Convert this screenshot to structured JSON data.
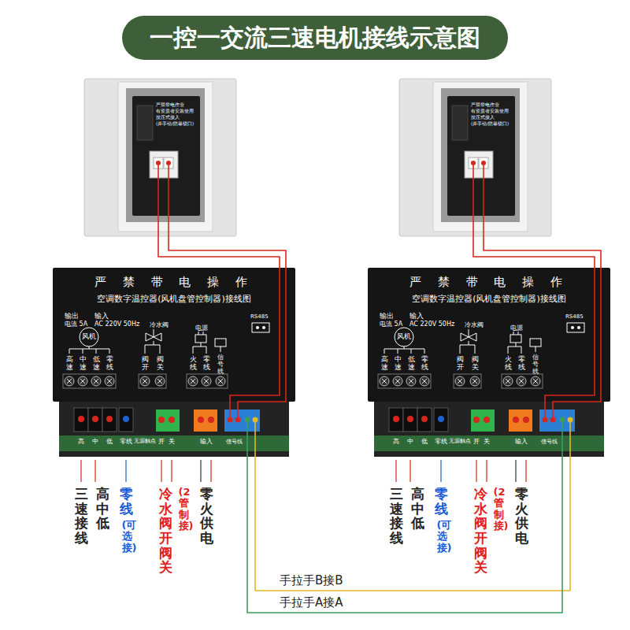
{
  "diagram": {
    "title": "一控一交流三速电机接线示意图",
    "nodes": [
      {
        "text": [
          "严禁带电作业",
          "有资质者安装使用",
          "按压式接入",
          "(并手动/防暴锁口)"
        ]
      },
      {
        "text": [
          "严禁带电作业",
          "有资质者安装使用",
          "按压式接入",
          "(并手动/防暴锁口)"
        ]
      },
      {
        "text": [
          "严 禁 带 电 操 作",
          "空调数字温控器(风机盘管控制器)接线图",
          "输出",
          "电流 5A",
          "输入",
          "AC 220V 50Hz",
          "风机",
          "冷水阀",
          "电源",
          "RS485",
          "高速",
          "中速",
          "低速",
          "零线",
          "阀开",
          "阀关",
          "火线",
          "零线",
          "信号线",
          "高",
          "中",
          "低",
          "零线",
          "无源触点",
          "开",
          "关",
          "输入",
          "信号线"
        ]
      },
      {
        "text": [
          "严 禁 带 电 操 作",
          "空调数字温控器(风机盘管控制器)接线图",
          "输出",
          "电流 5A",
          "输入",
          "AC 220V 50Hz",
          "风机",
          "冷水阀",
          "电源",
          "RS485",
          "高速",
          "中速",
          "低速",
          "零线",
          "阀开",
          "阀关",
          "火线",
          "零线",
          "信号线",
          "高",
          "中",
          "低",
          "零线",
          "无源触点",
          "开",
          "关",
          "输入",
          "信号线"
        ]
      }
    ],
    "edges": [
      {
        "from": 0,
        "to": 2,
        "arrow": "none"
      },
      {
        "from": 0,
        "to": 2,
        "arrow": "none"
      },
      {
        "from": 1,
        "to": 3,
        "arrow": "none"
      },
      {
        "from": 1,
        "to": 3,
        "arrow": "none"
      },
      {
        "from": 2,
        "to": 3,
        "label": "手拉手B接B",
        "arrow": "none"
      },
      {
        "from": 2,
        "to": 3,
        "label": "手拉手A接A",
        "arrow": "none"
      }
    ],
    "labels": [
      "三速接线",
      "高中低",
      "零线",
      "(可选接)",
      "冷水阀开阀关",
      "(2管制接)",
      "零火供电",
      "三速接线",
      "高中低",
      "零线",
      "(可选接)",
      "冷水阀开阀关",
      "(2管制接)",
      "零火供电"
    ]
  }
}
